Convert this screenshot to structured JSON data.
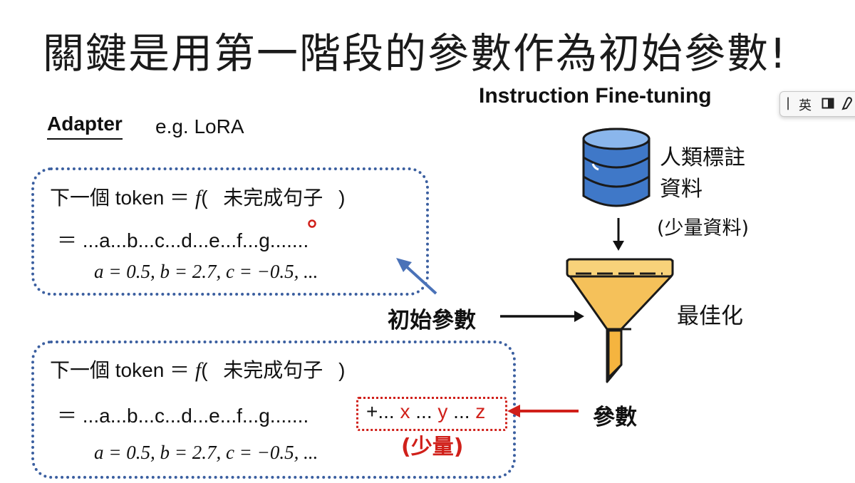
{
  "title": "關鍵是用第一階段的參數作為初始參數!",
  "instruction_label": "Instruction Fine-tuning",
  "adapter_label": "Adapter",
  "eg_label": "e.g. LoRA",
  "box1": {
    "line1_prefix": "下一個 token ＝",
    "line1_f": "f",
    "line1_open": "(",
    "line1_arg": "未完成句子",
    "line1_close": ")",
    "line2": "＝ ...a...b...c...d...e...f...g.......",
    "line3": "a = 0.5, b = 2.7, c = −0.5, ..."
  },
  "box2": {
    "line1_prefix": "下一個 token ＝",
    "line1_f": "f",
    "line1_open": "(",
    "line1_arg": "未完成句子",
    "line1_close": ")",
    "line2": "＝ ...a...b...c...d...e...f...g.......",
    "extra_plus": "+...",
    "extra_x": "x",
    "extra_y": "y",
    "extra_z": "z",
    "extra_dots": "...",
    "small_amount": "(少量)",
    "line3": "a = 0.5, b = 2.7, c = −0.5, ..."
  },
  "initial_params_label": "初始參數",
  "data_label_1": "人類標註",
  "data_label_2": "資料",
  "data_label_3": "(少量資料)",
  "optimize_label": "最佳化",
  "params_label": "參數",
  "ime": {
    "cursor": "|",
    "lang": "英"
  },
  "colors": {
    "box_border": "#3b5fa0",
    "arrow_blue": "#4a72b8",
    "highlight_red": "#d0201a",
    "funnel_fill": "#f5c15a",
    "db_fill": "#3f78c8"
  }
}
